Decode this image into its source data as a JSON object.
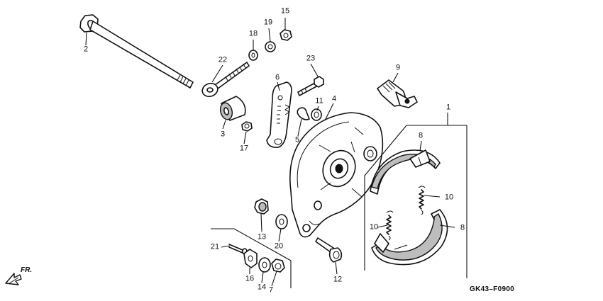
{
  "diagram_code": "GK43–F0900",
  "direction_label": "FR.",
  "callouts": {
    "c1": "1",
    "c2": "2",
    "c3": "3",
    "c4": "4",
    "c5": "5",
    "c6": "6",
    "c7": "7",
    "c8a": "8",
    "c8b": "8",
    "c9": "9",
    "c10a": "10",
    "c10b": "10",
    "c11": "11",
    "c12": "12",
    "c13": "13",
    "c14": "14",
    "c15": "15",
    "c16": "16",
    "c17": "17",
    "c18": "18",
    "c19": "19",
    "c20": "20",
    "c21": "21",
    "c22": "22",
    "c23": "23"
  },
  "parts": [
    {
      "ref": "1",
      "name": "brake-shoe-set-group"
    },
    {
      "ref": "2",
      "name": "axle"
    },
    {
      "ref": "3",
      "name": "collar"
    },
    {
      "ref": "4",
      "name": "brake-panel"
    },
    {
      "ref": "5",
      "name": "washer"
    },
    {
      "ref": "6",
      "name": "brake-arm"
    },
    {
      "ref": "7",
      "name": "nut"
    },
    {
      "ref": "8",
      "name": "brake-shoe"
    },
    {
      "ref": "9",
      "name": "speedometer-gear-box"
    },
    {
      "ref": "10",
      "name": "shoe-spring"
    },
    {
      "ref": "11",
      "name": "washer"
    },
    {
      "ref": "12",
      "name": "brake-cam"
    },
    {
      "ref": "13",
      "name": "nut"
    },
    {
      "ref": "14",
      "name": "washer"
    },
    {
      "ref": "15",
      "name": "nut"
    },
    {
      "ref": "16",
      "name": "washer"
    },
    {
      "ref": "17",
      "name": "nut"
    },
    {
      "ref": "18",
      "name": "washer"
    },
    {
      "ref": "19",
      "name": "washer"
    },
    {
      "ref": "20",
      "name": "washer"
    },
    {
      "ref": "21",
      "name": "cotter-pin"
    },
    {
      "ref": "22",
      "name": "adjuster-bolt"
    },
    {
      "ref": "23",
      "name": "bolt"
    }
  ]
}
